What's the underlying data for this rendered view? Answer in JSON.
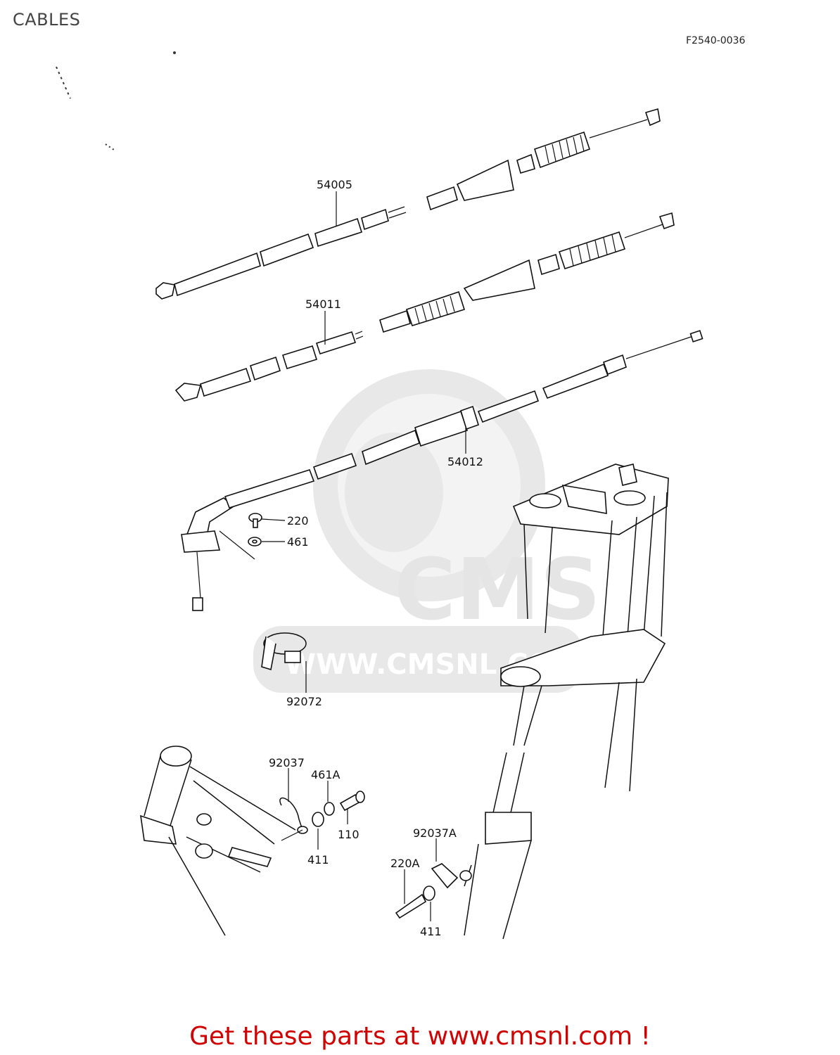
{
  "page": {
    "title": "CABLES",
    "figure_code": "F2540-0036",
    "footer_text": "Get these parts at www.cmsnl.com !"
  },
  "watermark": {
    "logo_text": "CMS",
    "url_text": "WWW.CMSNL.COM"
  },
  "callouts": [
    {
      "id": "54005",
      "label": "54005"
    },
    {
      "id": "54011",
      "label": "54011"
    },
    {
      "id": "54012",
      "label": "54012"
    },
    {
      "id": "220",
      "label": "220"
    },
    {
      "id": "461",
      "label": "461"
    },
    {
      "id": "92072",
      "label": "92072"
    },
    {
      "id": "92037",
      "label": "92037"
    },
    {
      "id": "461A",
      "label": "461A"
    },
    {
      "id": "110",
      "label": "110"
    },
    {
      "id": "411a",
      "label": "411"
    },
    {
      "id": "92037A",
      "label": "92037A"
    },
    {
      "id": "220A",
      "label": "220A"
    },
    {
      "id": "411b",
      "label": "411"
    }
  ]
}
